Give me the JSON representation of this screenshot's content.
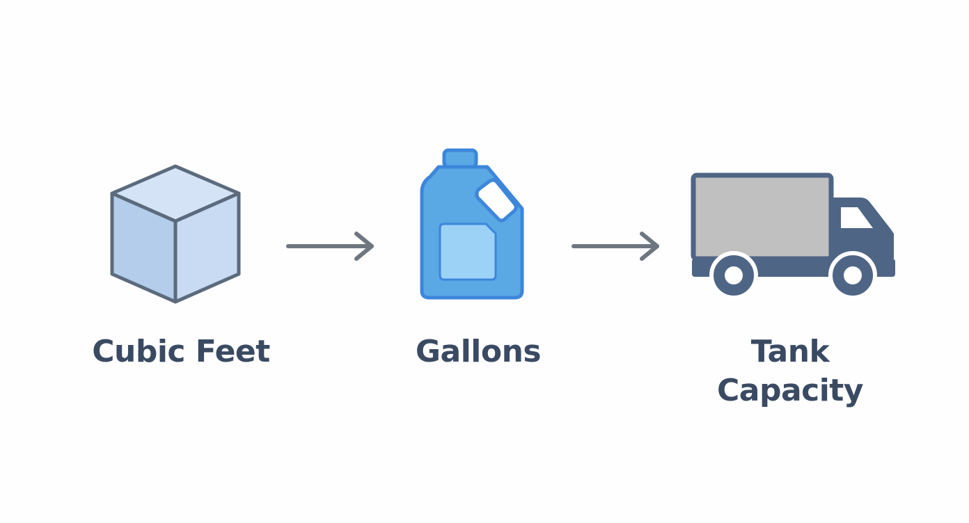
{
  "steps": [
    {
      "label": "Cubic Feet",
      "icon": "cube-icon"
    },
    {
      "label": "Gallons",
      "icon": "jug-icon"
    },
    {
      "label_lines": [
        "Tank",
        "Capacity"
      ],
      "icon": "truck-icon"
    }
  ],
  "connectors": [
    "arrow-right-icon",
    "arrow-right-icon"
  ],
  "colors": {
    "label": "#3a4a63",
    "cube_outline": "#5b6b7d",
    "cube_face_left": "#b3cdea",
    "cube_face_right": "#c8dbf2",
    "cube_face_top": "#d4e3f5",
    "jug_outline": "#3c86db",
    "jug_fill": "#5aa8e4",
    "jug_label": "#9dd2f7",
    "truck_body": "#4f6585",
    "truck_cargo": "#c0c0c0",
    "arrow": "#6e7780"
  }
}
